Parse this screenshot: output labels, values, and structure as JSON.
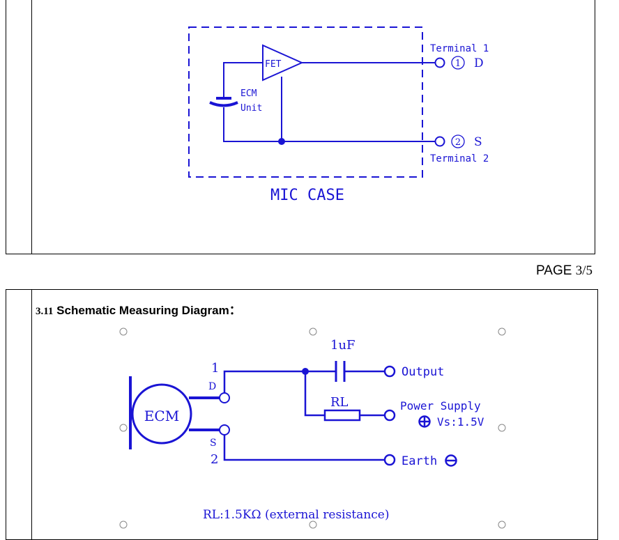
{
  "diagram1": {
    "fet_label": "FET",
    "ecm_label_1": "ECM",
    "ecm_label_2": "Unit",
    "terminal1": "Terminal 1",
    "terminal1_num": "1",
    "terminal1_pin": "D",
    "terminal2": "Terminal 2",
    "terminal2_num": "2",
    "terminal2_pin": "S",
    "case_label": "MIC CASE"
  },
  "page": {
    "label": "PAGE",
    "number": "3/5"
  },
  "section": {
    "number": "3.11",
    "title": "Schematic Measuring Diagram："
  },
  "diagram2": {
    "ecm_label": "ECM",
    "pin1": "1",
    "pin1_letter": "D",
    "pin2_letter": "S",
    "pin2": "2",
    "cap_label": "1uF",
    "output_label": "Output",
    "rl_label": "RL",
    "power_label": "Power Supply",
    "vs_label": "Vs:1.5V",
    "earth_label": "Earth",
    "note": "RL:1.5KΩ (external resistance)"
  },
  "colors": {
    "schematic": "#1a14d4",
    "frame": "#000000"
  }
}
